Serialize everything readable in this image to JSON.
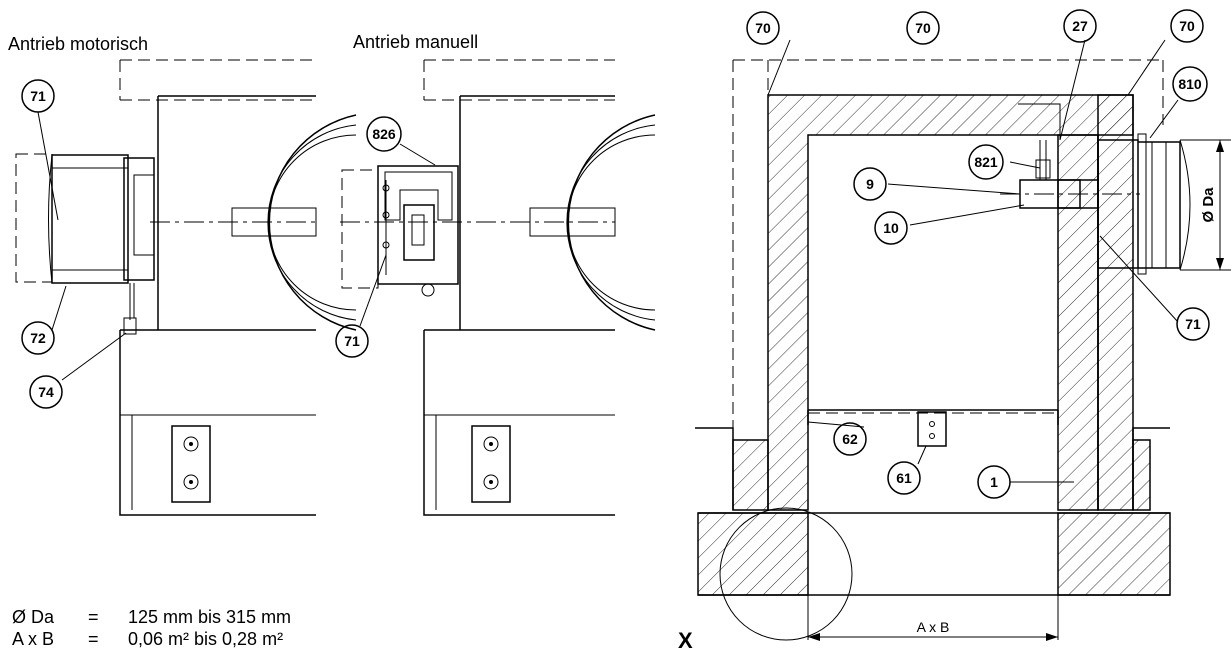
{
  "labels": {
    "drive_motor": "Antrieb motorisch",
    "drive_manual": "Antrieb manuell"
  },
  "specs": [
    {
      "symbol": "Ø Da",
      "eq": "=",
      "value": "125 mm bis 315 mm"
    },
    {
      "symbol": "A x B",
      "eq": "=",
      "value": "0,06 m² bis 0,28 m²"
    }
  ],
  "callouts": {
    "c70a": "70",
    "c70b": "70",
    "c70c": "70",
    "c27": "27",
    "c810": "810",
    "c821": "821",
    "c9": "9",
    "c10": "10",
    "c71r": "71",
    "c62": "62",
    "c61": "61",
    "c1": "1",
    "c71_motor": "71",
    "c72": "72",
    "c74": "74",
    "c826": "826",
    "c71_manual": "71"
  },
  "dimensions": {
    "diameter": "Ø Da",
    "width": "A x B",
    "detail": "X"
  }
}
